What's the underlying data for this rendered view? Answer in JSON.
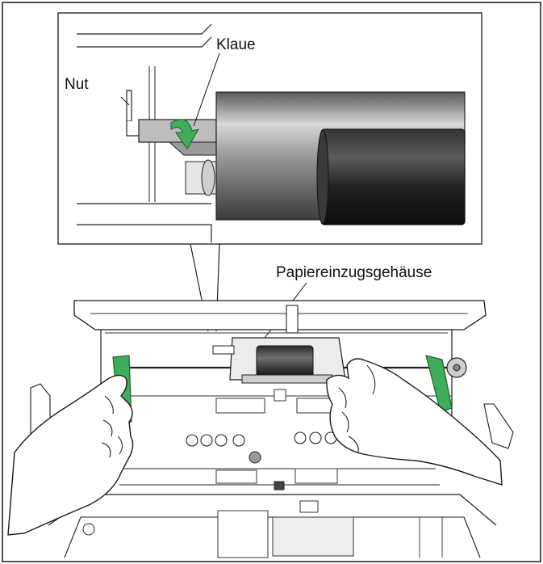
{
  "labels": {
    "claw": "Klaue",
    "groove": "Nut",
    "feed_housing": "Papiereinzugsgehäuse"
  },
  "colors": {
    "accent_green": "#3fae5a",
    "roller_dark": "#1f1f1f",
    "roller_grey": "#8a8a8a",
    "line": "#1a1a1a"
  },
  "icons": {
    "rotate_arrow": "curved-arrow-down-icon"
  }
}
